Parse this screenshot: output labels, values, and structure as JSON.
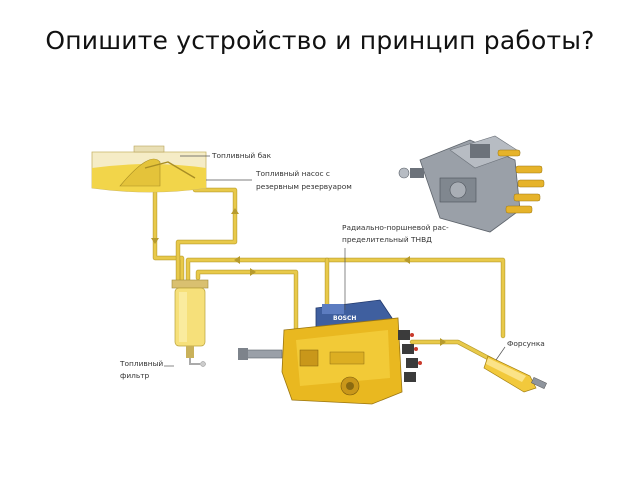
{
  "title": "Опишите устройство и принцип работы?",
  "labels": {
    "fuel_tank": "Топливный бак",
    "transfer_pump_line1": "Топливный насос с",
    "transfer_pump_line2": "резервным резервуаром",
    "hp_pump_line1": "Радиально-поршневой рас-",
    "hp_pump_line2": "пределительный ТНВД",
    "filter_line1": "Топливный",
    "filter_line2": "фильтр",
    "injector": "Форсунка",
    "brand": "BOSCH"
  },
  "colors": {
    "fuel": "#f2d54a",
    "pipe": "#e8c94a",
    "pump_body": "#e9b820",
    "pump_head": "#3f5f9f",
    "metal": "#8a9098"
  }
}
